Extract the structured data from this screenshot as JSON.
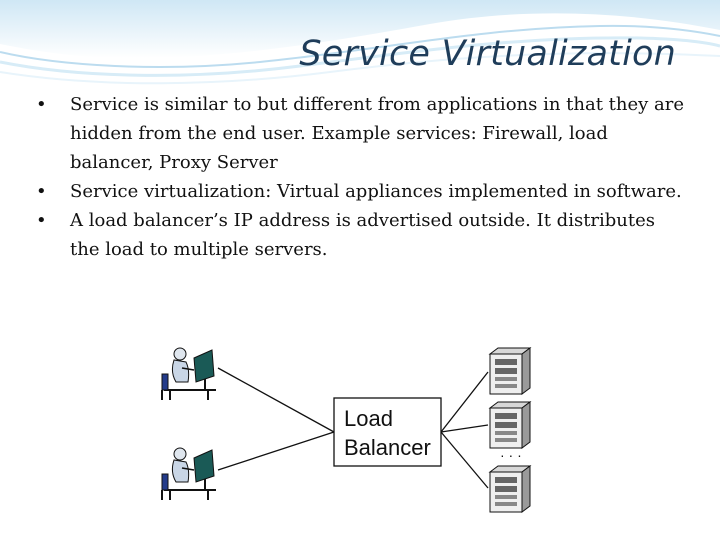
{
  "title": "Service Virtualization",
  "bullets": [
    {
      "text": "Service is similar to but different from applications in that they are hidden from the end user. Example services: Firewall, load balancer, Proxy Server"
    },
    {
      "text": "Service virtualization: Virtual appliances implemented in software."
    },
    {
      "text": "A load balancer’s IP address is advertised outside. It distributes the load to multiple servers."
    }
  ],
  "bullet_glyph": "•",
  "diagram": {
    "box_label_line1": "Load",
    "box_label_line2": "Balancer",
    "ellipsis": "· · ·",
    "clients": [
      {
        "icon": "user-at-computer-icon"
      },
      {
        "icon": "user-at-computer-icon"
      }
    ],
    "servers": [
      {
        "icon": "server-tower-icon"
      },
      {
        "icon": "server-tower-icon"
      },
      {
        "icon": "server-tower-icon"
      }
    ]
  },
  "colors": {
    "title": "#1f3d5a",
    "wave": "#a9d2ea",
    "wave_light": "#d6ebf7"
  }
}
